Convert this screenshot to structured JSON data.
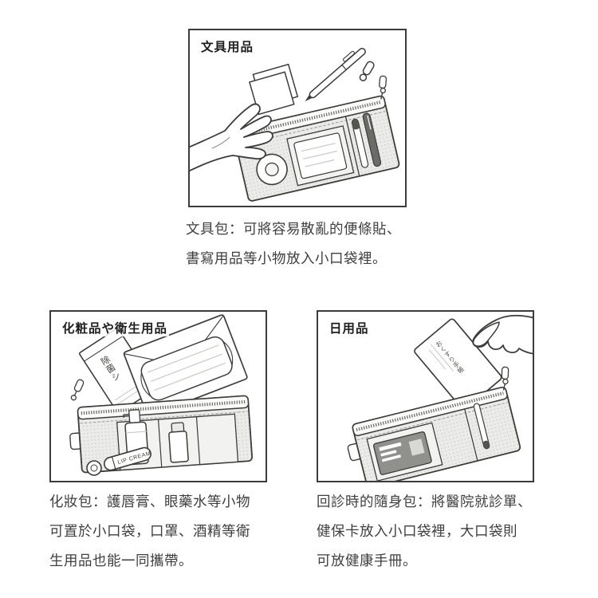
{
  "panels": {
    "stationery": {
      "title": "文具用品",
      "caption_lines": [
        "文具包：可將容易散亂的便條貼、",
        "書寫用品等小物放入小口袋裡。"
      ]
    },
    "cosmetics": {
      "title": "化粧品や衛生用品",
      "caption_lines": [
        "化妝包：護唇膏、眼藥水等小物",
        "可置於小口袋，口罩、酒精等衛",
        "生用品也能一同攜帶。"
      ],
      "labels": {
        "lip_cream": "LIP CREAM",
        "wipes": "除菌シ"
      }
    },
    "daily": {
      "title": "日用品",
      "caption_lines": [
        "回診時的隨身包：將醫院就診單、",
        "健保卡放入小口袋裡，大口袋則",
        "可放健康手冊。"
      ],
      "labels": {
        "booklet": "おくすり手帳"
      }
    }
  },
  "colors": {
    "outline": "#3c3c3a",
    "mesh": "#ebebe9",
    "mesh_dot": "#c7c7c3",
    "card": "#90908c",
    "text": "#3f3f3f"
  }
}
